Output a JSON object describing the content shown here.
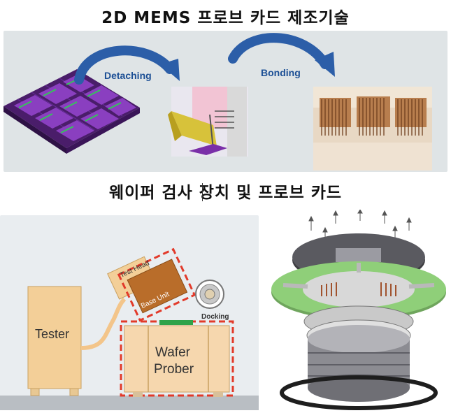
{
  "titles": {
    "top": "2D MEMS 프로브 카드 제조기술",
    "bottom": "웨이퍼 검사 장치 및 프로브 카드"
  },
  "process": {
    "detaching_label": "Detaching",
    "bonding_label": "Bonding"
  },
  "equipment": {
    "tester_label": "Tester",
    "test_head_label": "Test Head",
    "base_unit_label": "Base Unit",
    "docking_label": "Docking",
    "wafer_prober_line1": "Wafer",
    "wafer_prober_line2": "Prober"
  },
  "colors": {
    "arrow_blue": "#2c5ea8",
    "wafer_purple": "#7a2fa8",
    "probe_green": "#2fa34a",
    "tester_orange": "#f3cf98",
    "test_head_brown": "#b96d2a",
    "dashed_red": "#e23a2a",
    "probe_card_green": "#8fcf79"
  }
}
